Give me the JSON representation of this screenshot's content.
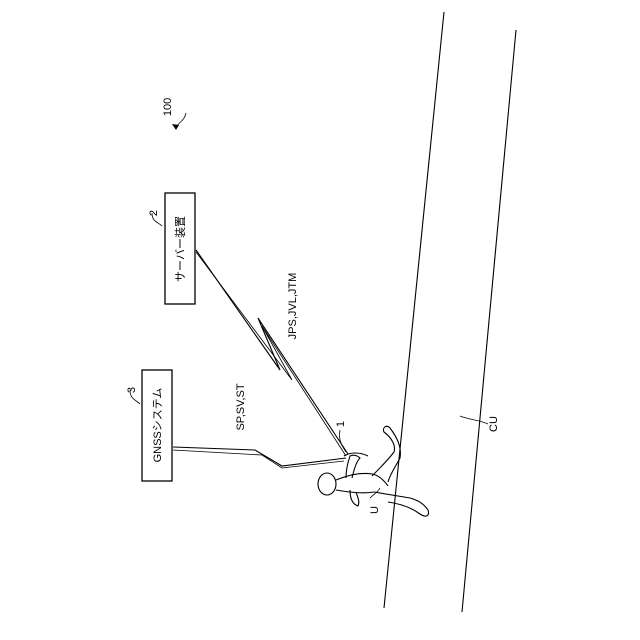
{
  "labels": {
    "system_ref": "100",
    "server_ref": "2",
    "server_name": "サーバー装置",
    "gnss_ref": "3",
    "gnss_name": "GNSSシステム",
    "signal_gnss": "SP,SV,ST",
    "signal_server": "JPS,JVL,JTM",
    "device_ref": "1",
    "user_ref": "U",
    "course_ref": "CU"
  }
}
